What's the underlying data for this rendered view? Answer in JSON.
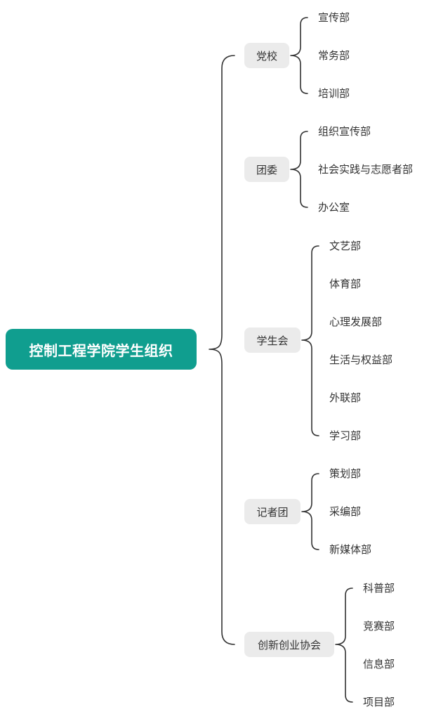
{
  "root": {
    "label": "控制工程学院学生组织"
  },
  "branches": [
    {
      "label": "党校",
      "children": [
        "宣传部",
        "常务部",
        "培训部"
      ]
    },
    {
      "label": "团委",
      "children": [
        "组织宣传部",
        "社会实践与志愿者部",
        "办公室"
      ]
    },
    {
      "label": "学生会",
      "children": [
        "文艺部",
        "体育部",
        "心理发展部",
        "生活与权益部",
        "外联部",
        "学习部"
      ]
    },
    {
      "label": "记者团",
      "children": [
        "策划部",
        "采编部",
        "新媒体部"
      ]
    },
    {
      "label": "创新创业协会",
      "children": [
        "科普部",
        "竞赛部",
        "信息部",
        "项目部"
      ]
    }
  ],
  "colors": {
    "root_fill": "#109e8f",
    "root_text": "#ffffff",
    "branch_fill": "#ebebeb",
    "line": "#333333",
    "text": "#333333"
  }
}
